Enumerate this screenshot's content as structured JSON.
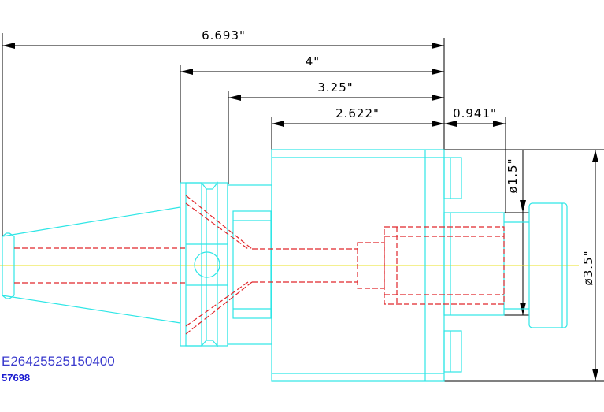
{
  "dimensions": {
    "overall_length": "6.693\"",
    "flange_to_end": "4\"",
    "length_3": "3.25\"",
    "body_length": "2.622\"",
    "nose_length": "0.941\"",
    "bore_diameter": "ø1.5\"",
    "body_diameter": "ø3.5\""
  },
  "labels": {
    "part_number": "E26425525150400",
    "catalog_number": "57698"
  },
  "colors": {
    "outline": "#2ee6e6",
    "hidden_lines": "#e0262b",
    "centerline": "#e8e020",
    "dimension_lines": "#000000",
    "part_number_text": "#3a3acd",
    "catalog_number_text": "#1a1ad0"
  }
}
